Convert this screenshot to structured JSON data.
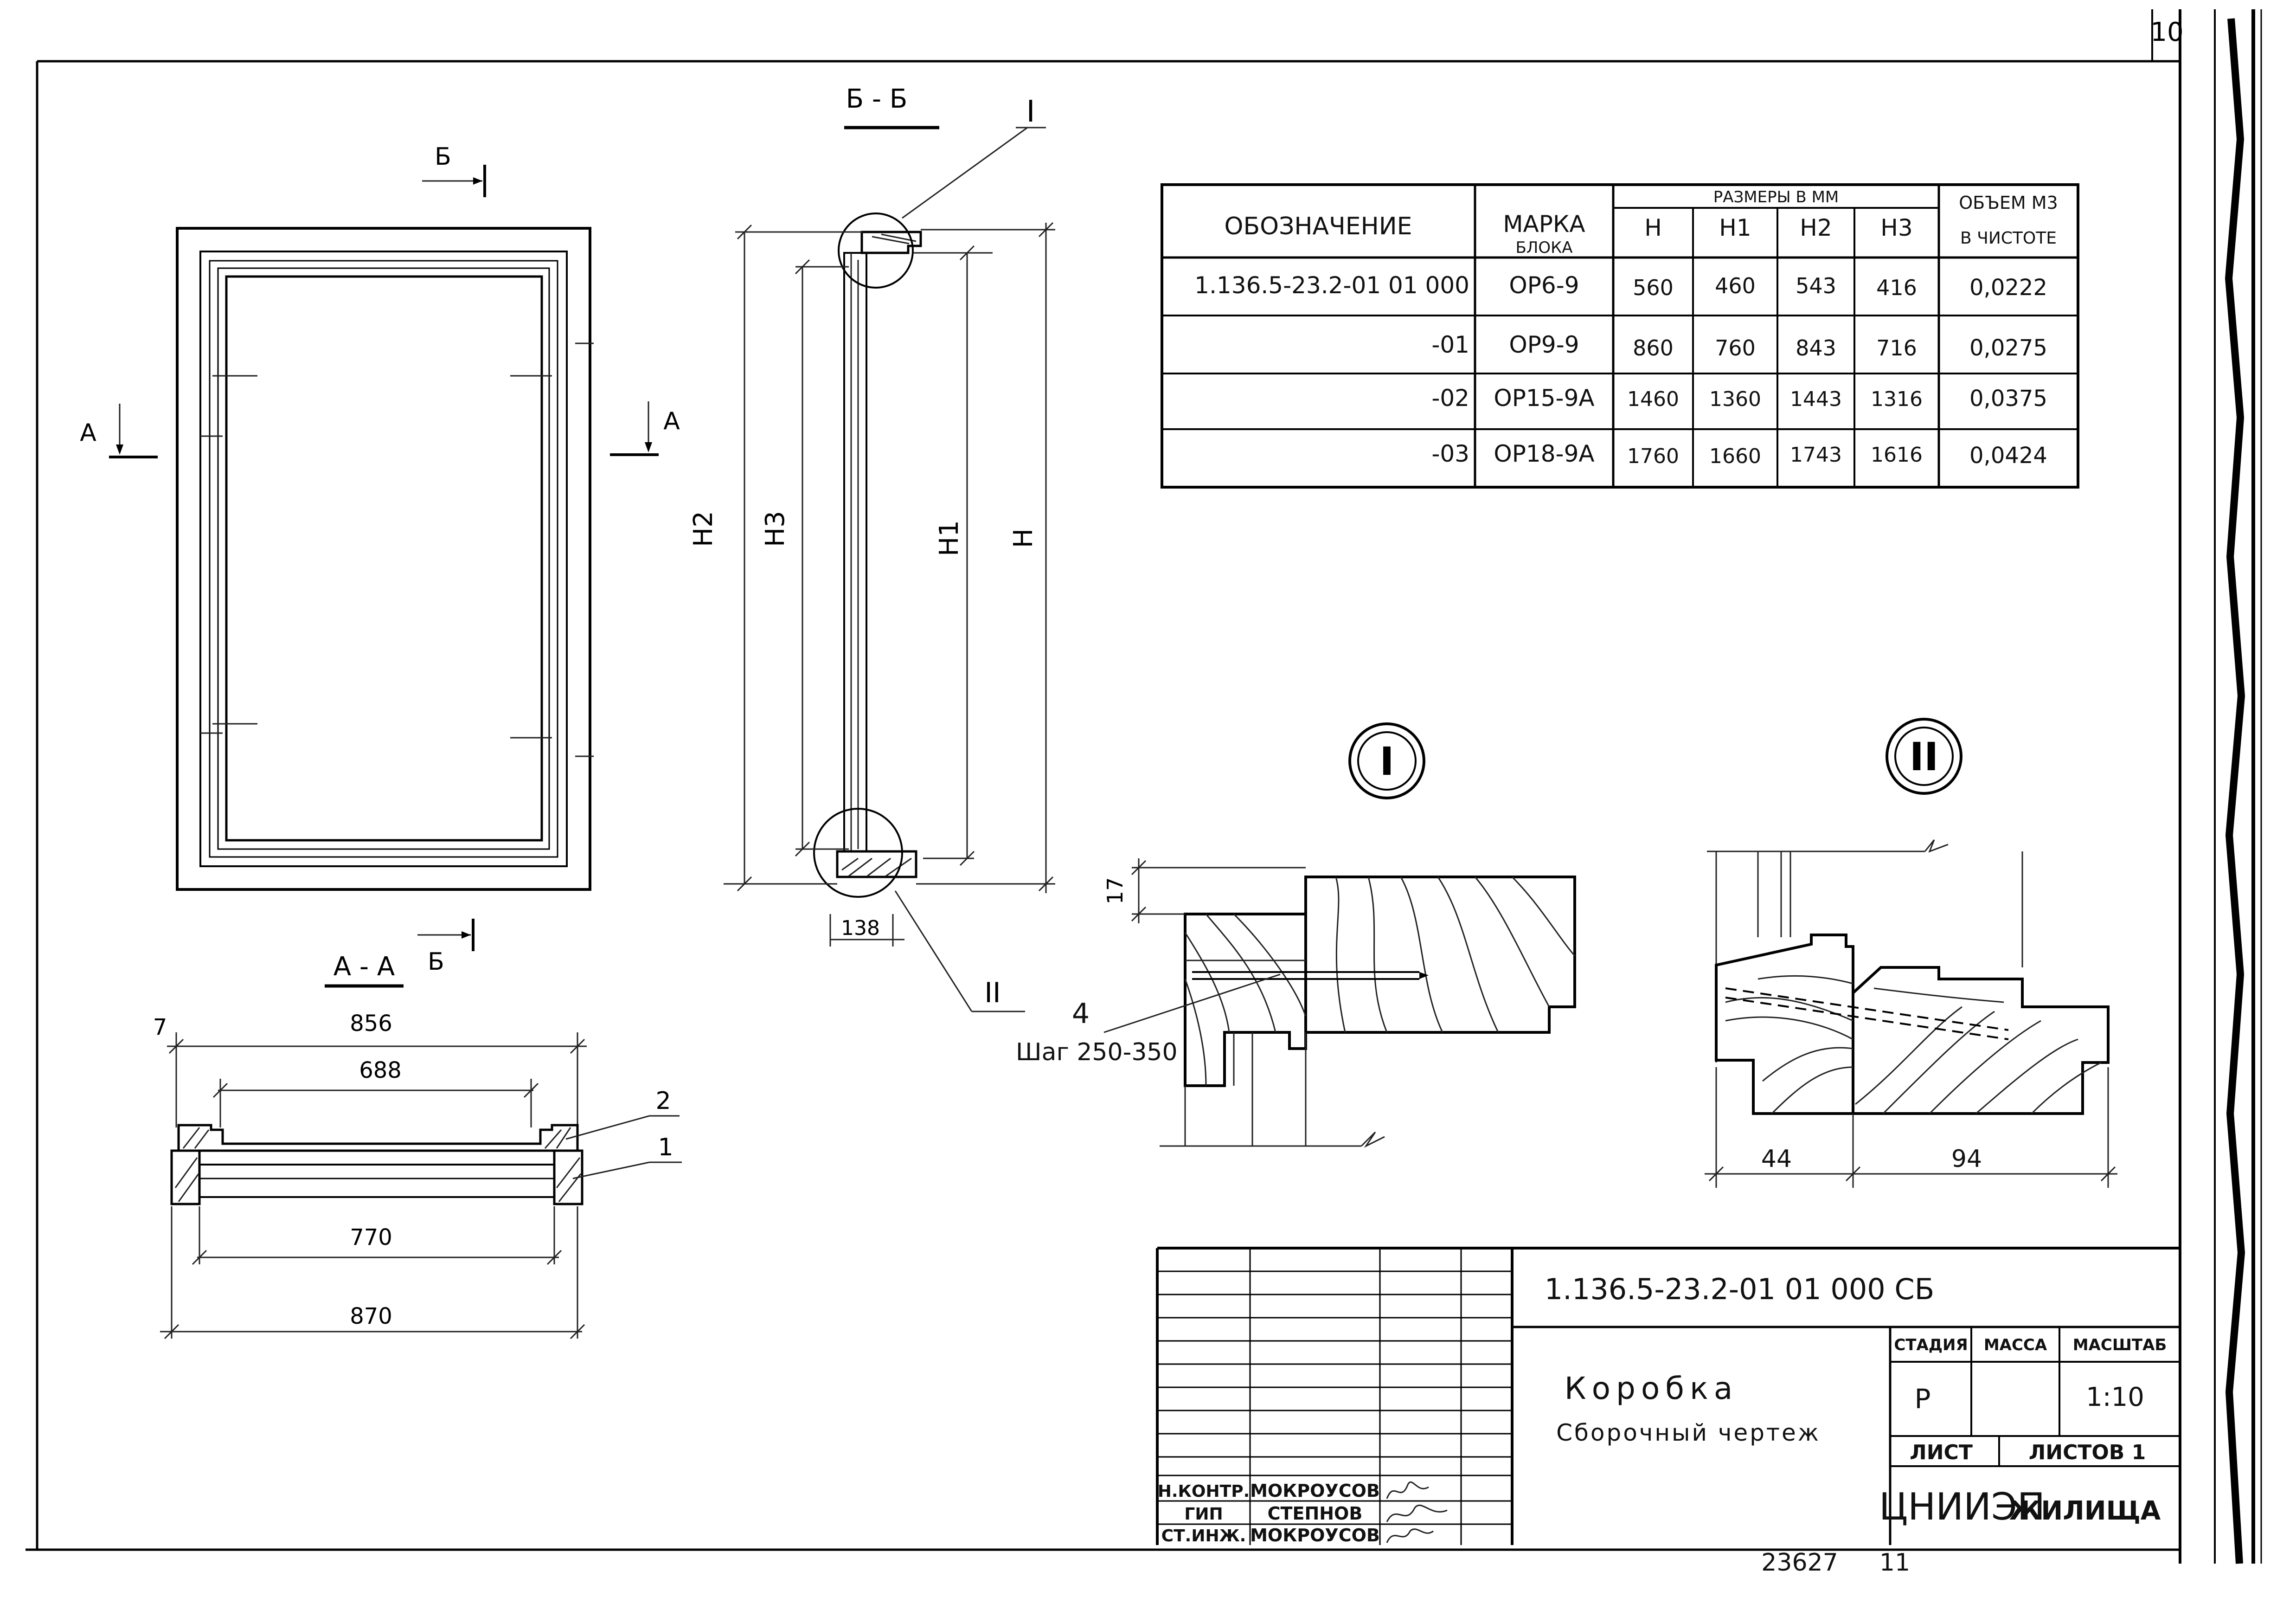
{
  "sheet_number": "10",
  "views": {
    "section_bb_label": "Б - Б",
    "section_aa_label": "А - А",
    "cut_b_top": "Б",
    "cut_b_bottom": "Б",
    "cut_a_left": "А",
    "cut_a_right": "А",
    "dim_h2": "H2",
    "dim_h3": "H3",
    "dim_h1": "H1",
    "dim_h": "H",
    "dim_138": "138",
    "callout_1": "I",
    "callout_2": "II",
    "dim_856": "856",
    "dim_688": "688",
    "dim_770": "770",
    "dim_870": "870",
    "dim_7": "7",
    "pos_2": "2",
    "pos_1": "1",
    "pos_4": "4",
    "nail_step": "Шаг 250-350",
    "dim_17": "17",
    "dim_44": "44",
    "dim_94": "94",
    "detail_1_label": "I",
    "detail_2_label": "II"
  },
  "spec_table": {
    "headers": {
      "designation": "ОБОЗНАЧЕНИЕ",
      "mark_1": "МАРКА",
      "mark_2": "БЛОКА",
      "sizes": "РАЗМЕРЫ В ММ",
      "h": "H",
      "h1": "H1",
      "h2": "H2",
      "h3": "H3",
      "volume_1": "ОБЪЕМ М3",
      "volume_2": "В ЧИСТОТЕ"
    },
    "rows": [
      {
        "designation": "1.136.5-23.2-01 01 000",
        "mark": "ОР6-9",
        "h": "560",
        "h1": "460",
        "h2": "543",
        "h3": "416",
        "volume": "0,0222"
      },
      {
        "designation": "-01",
        "mark": "ОР9-9",
        "h": "860",
        "h1": "760",
        "h2": "843",
        "h3": "716",
        "volume": "0,0275"
      },
      {
        "designation": "-02",
        "mark": "ОР15-9А",
        "h": "1460",
        "h1": "1360",
        "h2": "1443",
        "h3": "1316",
        "volume": "0,0375"
      },
      {
        "designation": "-03",
        "mark": "ОР18-9А",
        "h": "1760",
        "h1": "1660",
        "h2": "1743",
        "h3": "1616",
        "volume": "0,0424"
      }
    ]
  },
  "title_block": {
    "doc_code": "1.136.5-23.2-01 01 000 СБ",
    "title_1": "Коробка",
    "title_2": "Сборочный чертеж",
    "stage_label": "СТАДИЯ",
    "mass_label": "МАССА",
    "scale_label": "МАСШТАБ",
    "stage_value": "Р",
    "scale_value": "1:10",
    "sheet_label": "ЛИСТ",
    "sheets_label": "ЛИСТОВ 1",
    "org_1": "ЦНИИЭП",
    "org_2": "ЖИЛИЩА",
    "signers": [
      {
        "role": "Н.КОНТР.",
        "name": "МОКРОУСОВ"
      },
      {
        "role": "ГИП",
        "name": "СТЕПНОВ"
      },
      {
        "role": "СТ.ИНЖ.",
        "name": "МОКРОУСОВ"
      }
    ]
  },
  "archive_number": "23627",
  "archive_suffix": "11"
}
